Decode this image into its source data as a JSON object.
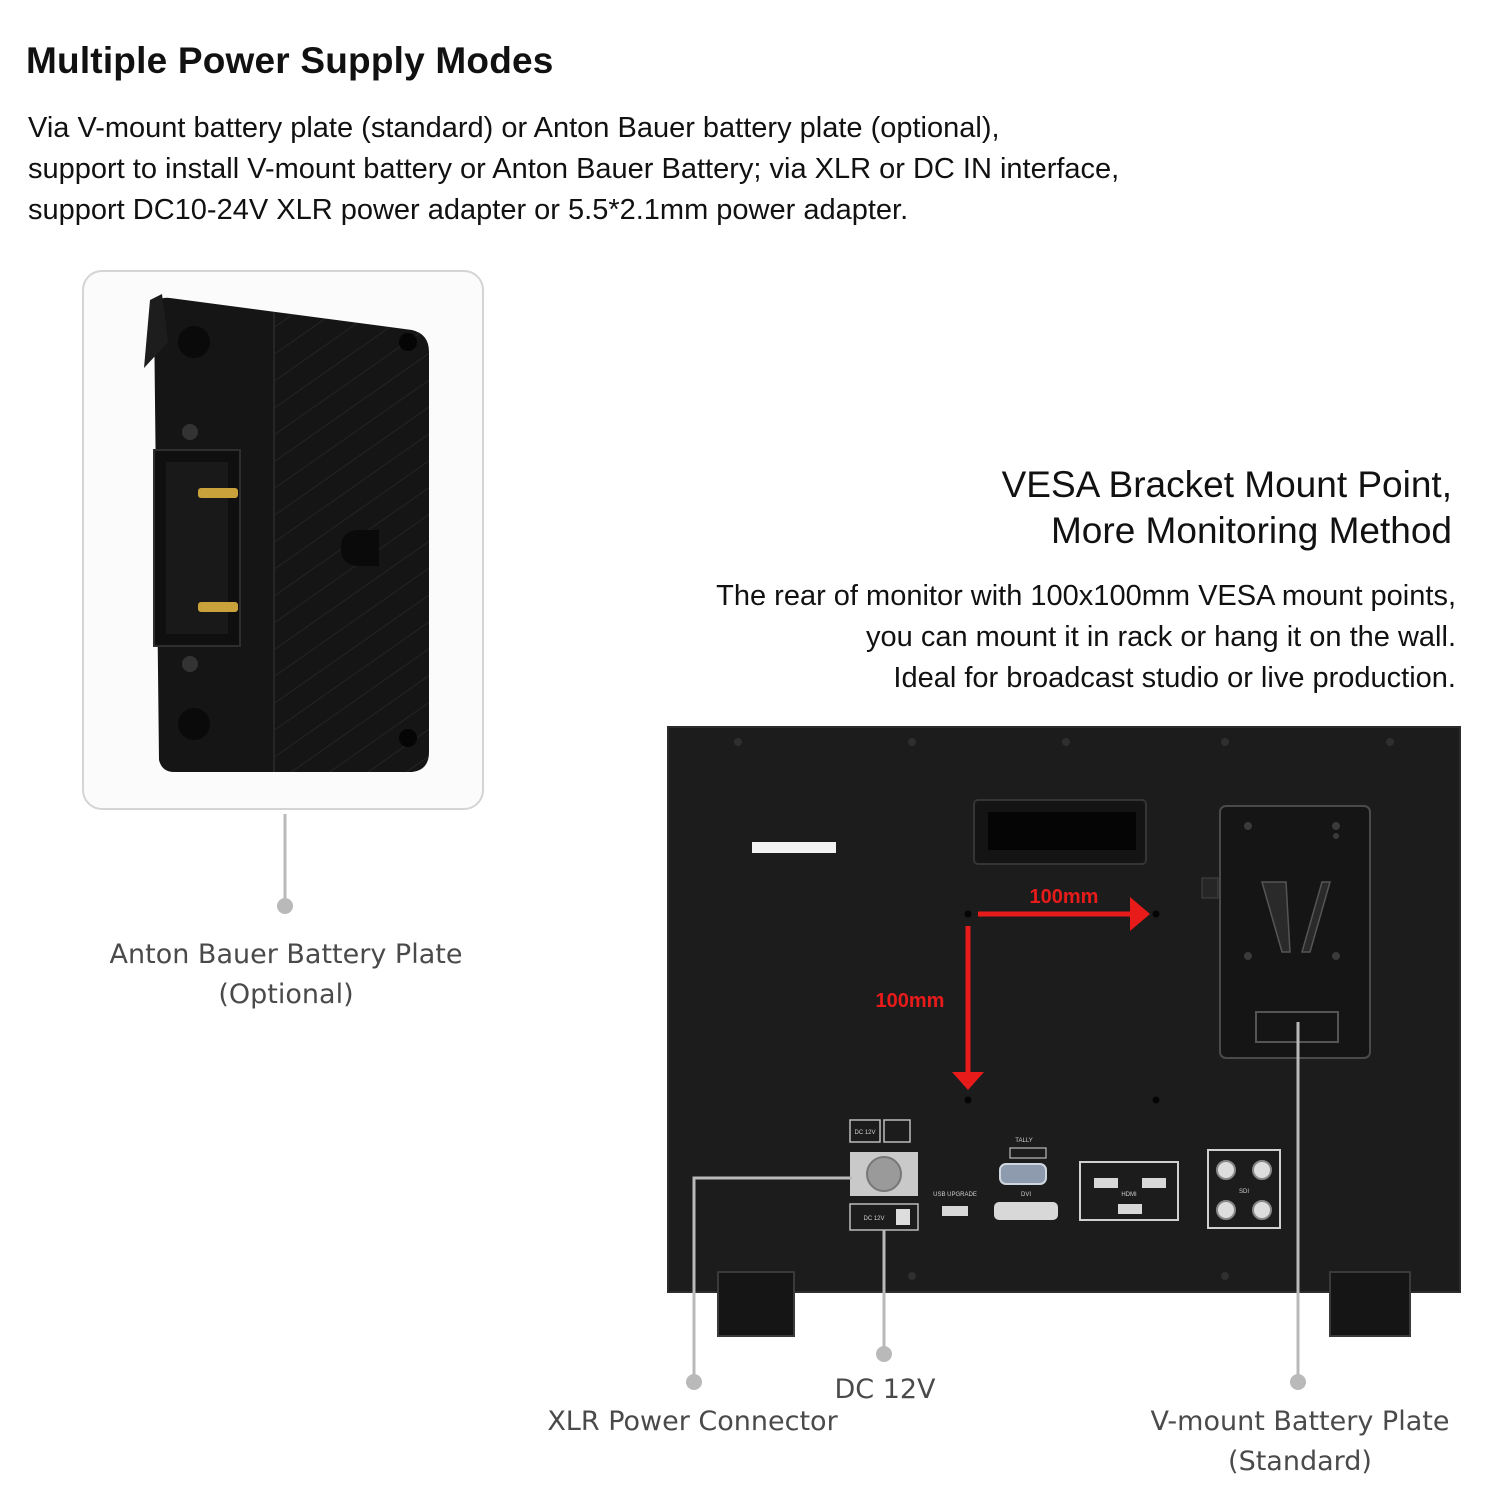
{
  "header": {
    "title": "Multiple Power Supply Modes",
    "intro_lines": [
      "Via V-mount battery plate (standard) or Anton Bauer battery plate (optional),",
      "support to install V-mount battery or Anton Bauer Battery; via XLR or DC IN interface,",
      "support DC10-24V XLR power adapter or 5.5*2.1mm power adapter."
    ]
  },
  "vesa": {
    "title_lines": [
      "VESA Bracket Mount Point,",
      "More Monitoring Method"
    ],
    "desc_lines": [
      "The rear of monitor with 100x100mm VESA mount points,",
      "you can mount it in rack or hang it on the wall.",
      "Ideal for broadcast studio or live production."
    ],
    "horizontal_label": "100mm",
    "vertical_label": "100mm"
  },
  "callouts": {
    "anton_bauer": [
      "Anton Bauer Battery Plate",
      "(Optional)"
    ],
    "xlr": "XLR Power Connector",
    "dc": "DC 12V",
    "vmount": [
      "V-mount Battery Plate",
      "(Standard)"
    ]
  },
  "panel_labels": {
    "dc_label": "DC 12V",
    "dc_small": "DC 12V",
    "usb": "USB UPGRADE",
    "tally": "TALLY",
    "dvi": "DVI",
    "hdmi": "HDMI",
    "sdi": "SDI"
  },
  "colors": {
    "accent_red": "#e81b1b",
    "monitor_body": "#1c1c1c",
    "callout_line": "#b9b9b9",
    "label_text": "#4a4a4a"
  }
}
